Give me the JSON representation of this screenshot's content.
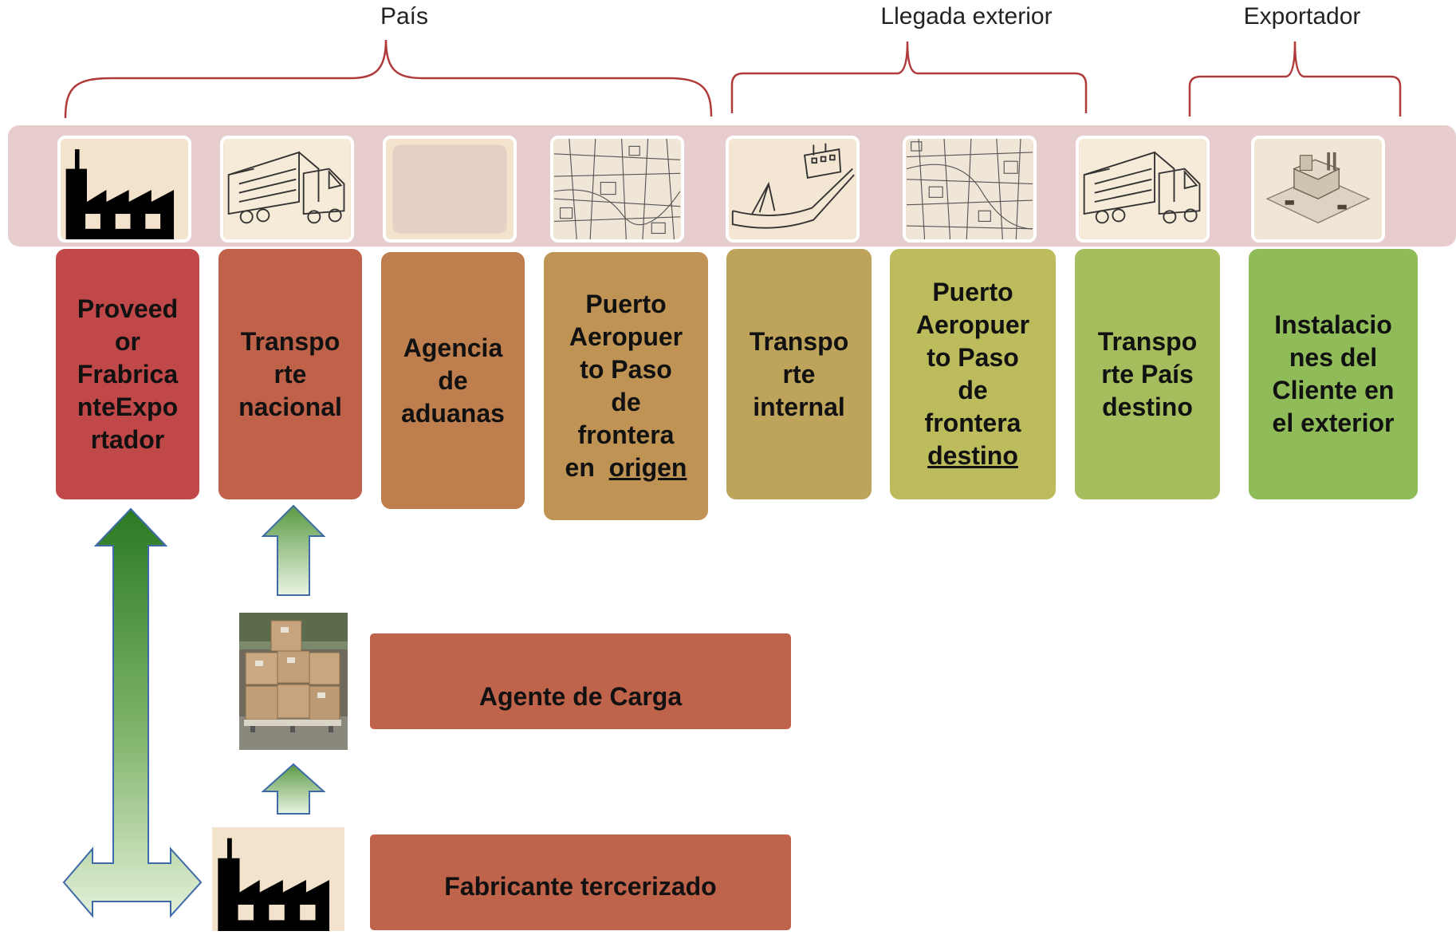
{
  "braces": [
    {
      "label": "País"
    },
    {
      "label": "Llegada exterior"
    },
    {
      "label": "Exportador"
    }
  ],
  "icons": [
    {
      "name": "factory-icon"
    },
    {
      "name": "truck-icon"
    },
    {
      "name": "blank-tile"
    },
    {
      "name": "city-map-icon"
    },
    {
      "name": "cargo-ship-icon"
    },
    {
      "name": "city-map-icon"
    },
    {
      "name": "truck-icon"
    },
    {
      "name": "warehouse-icon"
    }
  ],
  "stages": [
    {
      "lines": [
        "Proveed",
        "or",
        "Frabrica",
        "nteExpo",
        "rtador"
      ],
      "color": "#c14848"
    },
    {
      "lines": [
        "Transpo",
        "rte",
        "nacional"
      ],
      "color": "#c0624a"
    },
    {
      "lines": [
        "Agencia",
        "de",
        "aduanas"
      ],
      "color": "#be7e4e"
    },
    {
      "lines": [
        "Puerto",
        "Aeropuer",
        "to Paso",
        "de",
        "frontera",
        "en  origen"
      ],
      "color": "#be9353"
    },
    {
      "lines": [
        "Transpo",
        "rte",
        "internal"
      ],
      "color": "#bea35a"
    },
    {
      "lines": [
        "Puerto",
        "Aeropuer",
        "to Paso",
        "de",
        "frontera",
        "destino"
      ],
      "color": "#bcbc5c"
    },
    {
      "lines": [
        "Transpo",
        "rte País",
        "destino"
      ],
      "color": "#a6bd5d"
    },
    {
      "lines": [
        "Instalacio",
        "nes del",
        "Cliente en",
        "el exterior"
      ],
      "color": "#8fbb58"
    }
  ],
  "bars": {
    "agente": "Agente de Carga",
    "fabricante": "Fabricante tercerizado"
  },
  "photo": {
    "name": "boxes-pallet-photo"
  }
}
